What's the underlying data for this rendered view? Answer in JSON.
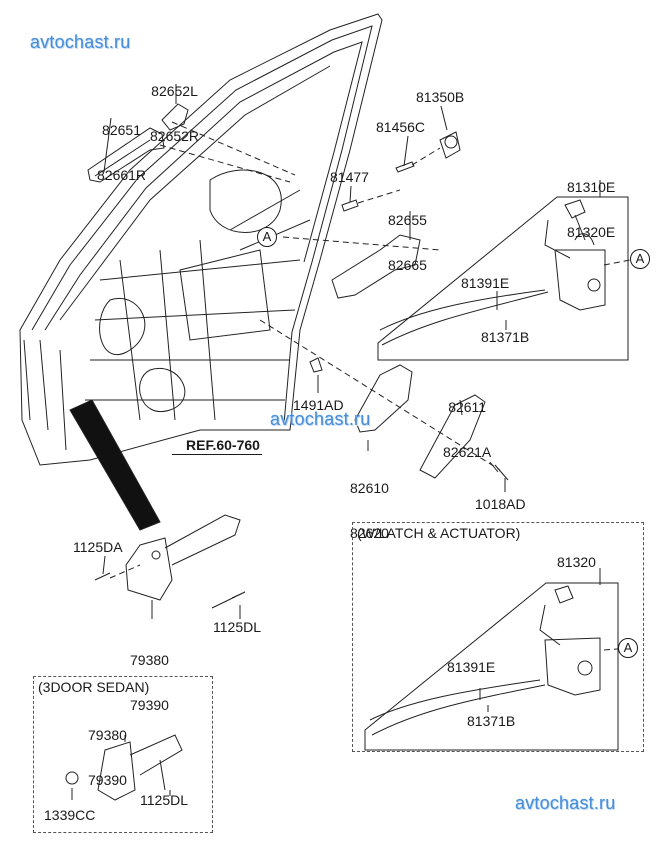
{
  "watermark": "avtochast.ru",
  "reference": "REF.60-760",
  "callout_marker": "A",
  "parts": {
    "outside_handle_cover": [
      "82652L",
      "82652R"
    ],
    "outside_handle": [
      "82651",
      "82661R"
    ],
    "striker": "81350B",
    "striker_screw": "81456C",
    "bolt": "81477",
    "handle_bracket": [
      "82655",
      "82665"
    ],
    "latch_assembly": [
      "81310E",
      "81320E"
    ],
    "cable_inside_handle": "81391E",
    "cable_inside_lock": "81371B",
    "clip": "1491AD",
    "inside_handle": [
      "82610",
      "82620"
    ],
    "inside_handle_cover": [
      "82611",
      "82621A"
    ],
    "screw": "1018AD",
    "checker_bolt_a": "1125DA",
    "door_checker": [
      "79380",
      "79390"
    ],
    "checker_bolt_b": "1125DL"
  },
  "variant_latch_actuator": {
    "title": "(W/LATCH & ACTUATOR)",
    "latch_assembly": "81320",
    "cable_inside_handle": "81391E",
    "cable_inside_lock": "81371B"
  },
  "variant_3door_sedan": {
    "title": "(3DOOR SEDAN)",
    "door_checker": [
      "79380",
      "79390"
    ],
    "nut": "1339CC",
    "checker_bolt": "1125DL"
  }
}
